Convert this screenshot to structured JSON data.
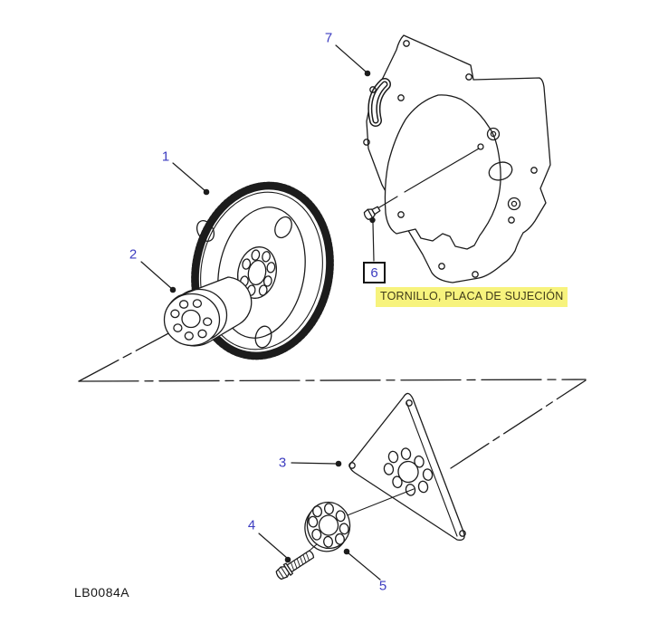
{
  "diagram": {
    "figure_code": "LB0084A",
    "caption": "TORNILLO, PLACA DE SUJECIÓN",
    "callouts": [
      "1",
      "2",
      "3",
      "4",
      "5",
      "6",
      "7"
    ],
    "colors": {
      "callout_blue": "#3c3cc0",
      "line_black": "#1c1c1c",
      "caption_highlight": "#f7f37d",
      "caption_text": "#3f3a18",
      "background": "#ffffff"
    }
  }
}
